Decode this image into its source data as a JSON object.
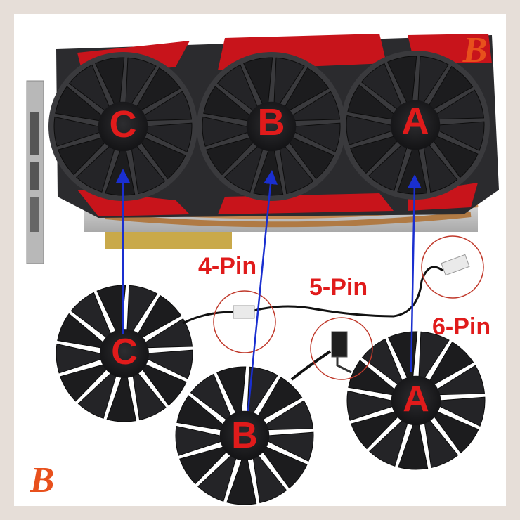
{
  "labels": {
    "fan_c": "C",
    "fan_b": "B",
    "fan_a": "A",
    "loose_c": "C",
    "loose_b": "B",
    "loose_a": "A",
    "pin4": "4-Pin",
    "pin5": "5-Pin",
    "pin6": "6-Pin"
  },
  "watermark": {
    "top_right": "B",
    "bottom_left": "B"
  },
  "colors": {
    "frame": "#e6ded8",
    "card_body": "#2b2b2e",
    "card_red": "#c8141b",
    "fan_blade": "#1c1c1e",
    "label_red": "#e01b1b",
    "arrow_blue": "#1a2fd0",
    "circle_red": "#c0392b",
    "brand_orange": "#e8501c"
  }
}
